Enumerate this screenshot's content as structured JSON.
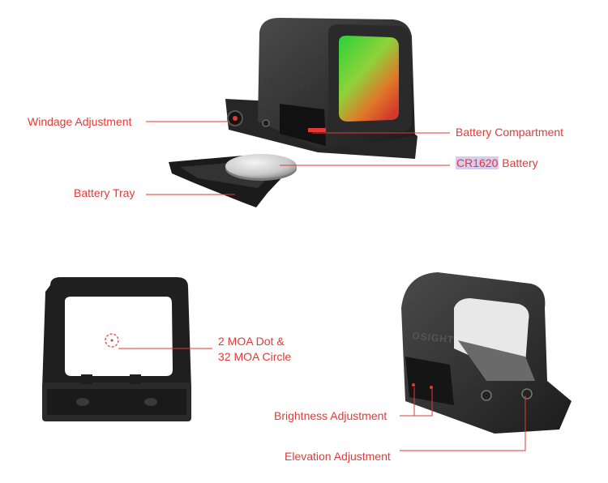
{
  "accent_color": "#e53935",
  "brand_logo": "OSIGHT",
  "labels": {
    "windage": "Windage Adjustment",
    "battery_compartment": "Battery Compartment",
    "battery_cr": "CR1620",
    "battery_word": "Battery",
    "battery_tray": "Battery Tray",
    "dot_line1": "2 MOA Dot &",
    "dot_line2": "32 MOA Circle",
    "brightness": "Brightness Adjustment",
    "elevation": "Elevation Adjustment"
  }
}
